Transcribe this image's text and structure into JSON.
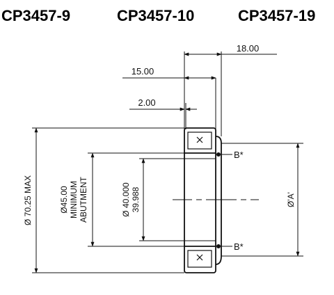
{
  "part_numbers": [
    "CP3457-9",
    "CP3457-10",
    "CP3457-19"
  ],
  "dimensions": {
    "overall_width": "18.00",
    "bearing_width": "15.00",
    "flange_width": "2.00",
    "outer_diameter": "Ø 70.25 MAX",
    "abutment_diameter_value": "Ø45.00",
    "abutment_line1": "MINIMUM",
    "abutment_line2": "ABUTMENT",
    "bore_diameter_upper": "Ø 40.000",
    "bore_diameter_lower": "39.988",
    "ref_diameter": "Ø'A'"
  },
  "callouts": {
    "upper": "B*",
    "lower": "B*"
  }
}
